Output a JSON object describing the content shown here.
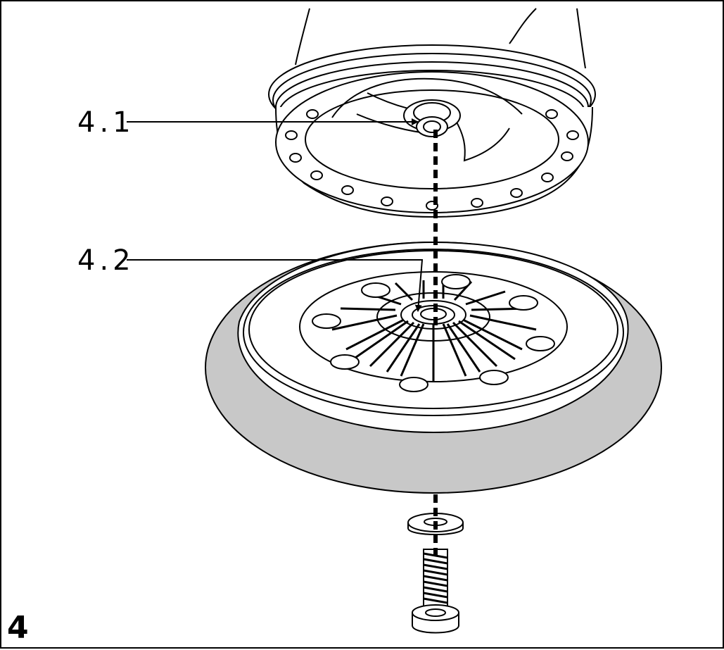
{
  "figure": {
    "number": "4",
    "callouts": [
      {
        "id": "4.1",
        "text": "4.1"
      },
      {
        "id": "4.2",
        "text": "4.2"
      }
    ]
  },
  "colors": {
    "line": "#000000",
    "pad_fill": "#c8c8c8",
    "background": "#ffffff"
  }
}
